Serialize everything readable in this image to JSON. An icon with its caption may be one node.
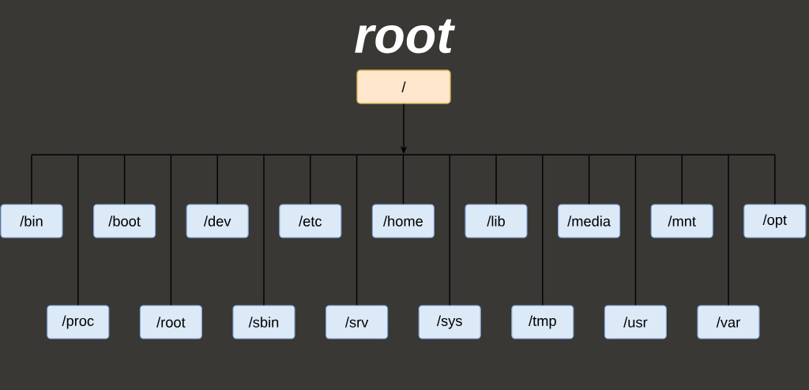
{
  "diagram": {
    "title": "root",
    "nodes": [
      {
        "text": [
          "/"
        ]
      },
      {
        "text": [],
        "shape": "bar"
      },
      {
        "text": [
          "/bin"
        ]
      },
      {
        "text": [
          "/proc"
        ]
      },
      {
        "text": [
          "/boot"
        ]
      },
      {
        "text": [
          "/root"
        ]
      },
      {
        "text": [
          "/dev"
        ]
      },
      {
        "text": [
          "/sbin"
        ]
      },
      {
        "text": [
          "/etc"
        ]
      },
      {
        "text": [
          "/srv"
        ]
      },
      {
        "text": [
          "/home"
        ]
      },
      {
        "text": [
          "/sys"
        ]
      },
      {
        "text": [
          "/lib"
        ]
      },
      {
        "text": [
          "/tmp"
        ]
      },
      {
        "text": [
          "/media"
        ]
      },
      {
        "text": [
          "/usr"
        ]
      },
      {
        "text": [
          "/mnt"
        ]
      },
      {
        "text": [
          "/var"
        ]
      },
      {
        "text": [
          "/opt"
        ]
      }
    ],
    "edges": [
      {
        "from": 0,
        "to": 1,
        "arrow": "to"
      },
      {
        "from": 1,
        "to": 2,
        "arrow": "none"
      },
      {
        "from": 1,
        "to": 3,
        "arrow": "none"
      },
      {
        "from": 1,
        "to": 4,
        "arrow": "none"
      },
      {
        "from": 1,
        "to": 5,
        "arrow": "none"
      },
      {
        "from": 1,
        "to": 6,
        "arrow": "none"
      },
      {
        "from": 1,
        "to": 7,
        "arrow": "none"
      },
      {
        "from": 1,
        "to": 8,
        "arrow": "none"
      },
      {
        "from": 1,
        "to": 9,
        "arrow": "none"
      },
      {
        "from": 1,
        "to": 10,
        "arrow": "none"
      },
      {
        "from": 1,
        "to": 11,
        "arrow": "none"
      },
      {
        "from": 1,
        "to": 12,
        "arrow": "none"
      },
      {
        "from": 1,
        "to": 13,
        "arrow": "none"
      },
      {
        "from": 1,
        "to": 14,
        "arrow": "none"
      },
      {
        "from": 1,
        "to": 15,
        "arrow": "none"
      },
      {
        "from": 1,
        "to": 16,
        "arrow": "none"
      },
      {
        "from": 1,
        "to": 17,
        "arrow": "none"
      },
      {
        "from": 1,
        "to": 18,
        "arrow": "none"
      }
    ]
  }
}
